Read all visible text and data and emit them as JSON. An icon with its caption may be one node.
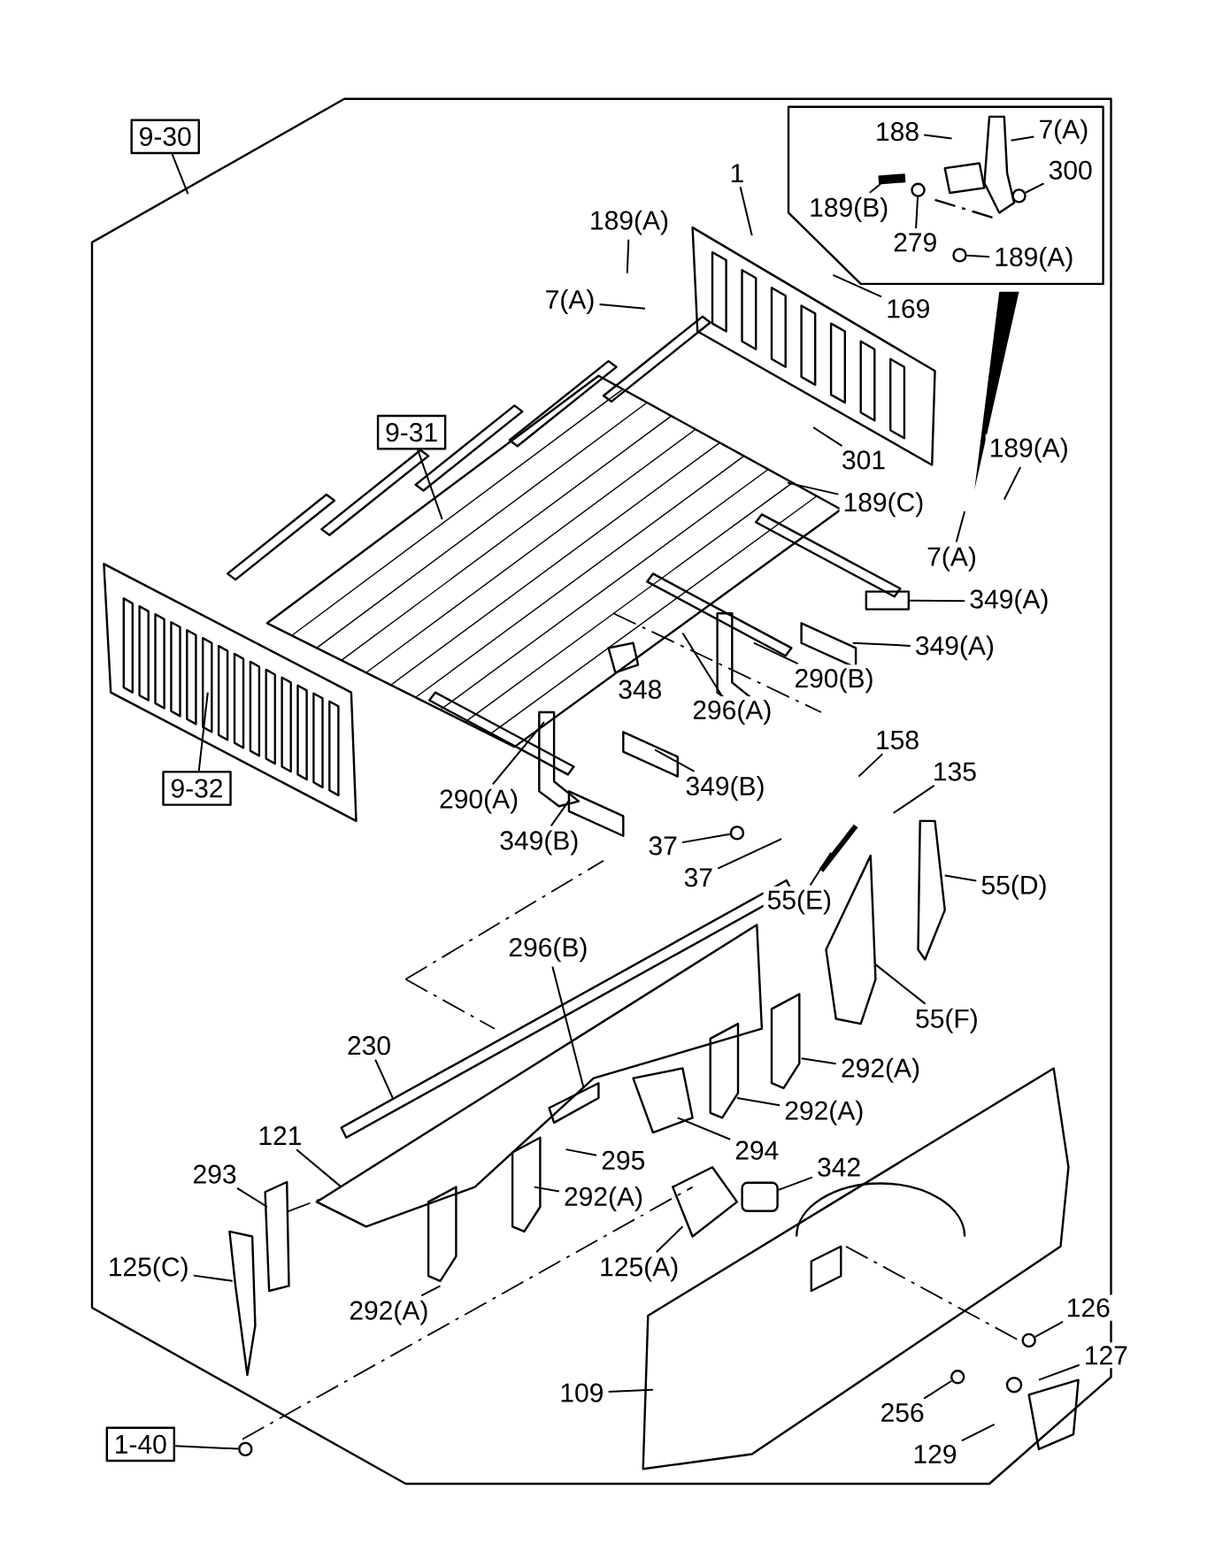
{
  "diagram": {
    "nodes": [
      {
        "text": [
          "9-30"
        ]
      },
      {
        "text": [
          "188"
        ]
      },
      {
        "text": [
          "7(A)"
        ]
      },
      {
        "text": [
          "300"
        ]
      },
      {
        "text": [
          "189(B)"
        ]
      },
      {
        "text": [
          "279"
        ]
      },
      {
        "text": [
          "189(A)"
        ]
      },
      {
        "text": [
          "189(A)"
        ]
      },
      {
        "text": [
          "1"
        ]
      },
      {
        "text": [
          "169"
        ]
      },
      {
        "text": [
          "7(A)"
        ]
      },
      {
        "text": [
          "9-31"
        ]
      },
      {
        "text": [
          "301"
        ]
      },
      {
        "text": [
          "189(A)"
        ]
      },
      {
        "text": [
          "189(C)"
        ]
      },
      {
        "text": [
          "7(A)"
        ]
      },
      {
        "text": [
          "349(A)"
        ]
      },
      {
        "text": [
          "349(A)"
        ]
      },
      {
        "text": [
          "290(B)"
        ]
      },
      {
        "text": [
          "296(A)"
        ]
      },
      {
        "text": [
          "9-32"
        ]
      },
      {
        "text": [
          "290(A)"
        ]
      },
      {
        "text": [
          "349(B)"
        ]
      },
      {
        "text": [
          "349(B)"
        ]
      },
      {
        "text": [
          "158"
        ]
      },
      {
        "text": [
          "135"
        ]
      },
      {
        "text": [
          "37"
        ]
      },
      {
        "text": [
          "37"
        ]
      },
      {
        "text": [
          "55(E)"
        ]
      },
      {
        "text": [
          "55(D)"
        ]
      },
      {
        "text": [
          "296(B)"
        ]
      },
      {
        "text": [
          "55(F)"
        ]
      },
      {
        "text": [
          "230"
        ]
      },
      {
        "text": [
          "292(A)"
        ]
      },
      {
        "text": [
          "292(A)"
        ]
      },
      {
        "text": [
          "121"
        ]
      },
      {
        "text": [
          "295"
        ]
      },
      {
        "text": [
          "294"
        ]
      },
      {
        "text": [
          "342"
        ]
      },
      {
        "text": [
          "293"
        ]
      },
      {
        "text": [
          "292(A)"
        ]
      },
      {
        "text": [
          "125(C)"
        ]
      },
      {
        "text": [
          "125(A)"
        ]
      },
      {
        "text": [
          "292(A)"
        ]
      },
      {
        "text": [
          "126"
        ]
      },
      {
        "text": [
          "127"
        ]
      },
      {
        "text": [
          "109"
        ]
      },
      {
        "text": [
          "256"
        ]
      },
      {
        "text": [
          "129"
        ]
      },
      {
        "text": [
          "1-40"
        ]
      },
      {
        "text": [],
        "shape": "circle"
      },
      {
        "text": [],
        "shape": "circle"
      },
      {
        "text": [],
        "shape": "circle"
      },
      {
        "text": [],
        "shape": "box"
      },
      {
        "text": [],
        "shape": "circle"
      },
      {
        "text": [],
        "shape": "box"
      },
      {
        "text": [],
        "shape": "circle"
      },
      {
        "text": [],
        "shape": "circle"
      },
      {
        "text": [],
        "shape": "circle"
      }
    ],
    "edges": [
      {
        "from": 0,
        "to": null,
        "arrow": "none"
      },
      {
        "from": 1,
        "to": null,
        "arrow": "none"
      },
      {
        "from": 2,
        "to": null,
        "arrow": "none"
      },
      {
        "from": 3,
        "to": 50,
        "arrow": "none"
      },
      {
        "from": 4,
        "to": null,
        "arrow": "none"
      },
      {
        "from": 5,
        "to": 51,
        "arrow": "none"
      },
      {
        "from": 6,
        "to": 52,
        "arrow": "none"
      },
      {
        "from": 7,
        "to": null,
        "arrow": "none"
      },
      {
        "from": 8,
        "to": null,
        "arrow": "none"
      },
      {
        "from": 9,
        "to": null,
        "arrow": "none"
      },
      {
        "from": 10,
        "to": null,
        "arrow": "none"
      },
      {
        "from": 11,
        "to": null,
        "arrow": "none"
      },
      {
        "from": 12,
        "to": null,
        "arrow": "none"
      },
      {
        "from": 13,
        "to": null,
        "arrow": "none"
      },
      {
        "from": 14,
        "to": null,
        "arrow": "none"
      },
      {
        "from": 15,
        "to": null,
        "arrow": "none"
      },
      {
        "from": 16,
        "to": 53,
        "arrow": "none"
      },
      {
        "from": 17,
        "to": null,
        "arrow": "none"
      },
      {
        "from": 18,
        "to": null,
        "arrow": "none"
      },
      {
        "from": 19,
        "to": null,
        "arrow": "none"
      },
      {
        "from": 20,
        "to": null,
        "arrow": "none"
      },
      {
        "from": 21,
        "to": null,
        "arrow": "none"
      },
      {
        "from": 22,
        "to": null,
        "arrow": "none"
      },
      {
        "from": 23,
        "to": null,
        "arrow": "none"
      },
      {
        "from": 24,
        "to": null,
        "arrow": "none"
      },
      {
        "from": 25,
        "to": null,
        "arrow": "none"
      },
      {
        "from": 26,
        "to": 54,
        "arrow": "none"
      },
      {
        "from": 27,
        "to": null,
        "arrow": "none"
      },
      {
        "from": 28,
        "to": null,
        "arrow": "none"
      },
      {
        "from": 29,
        "to": null,
        "arrow": "none"
      },
      {
        "from": 30,
        "to": null,
        "arrow": "none"
      },
      {
        "from": 31,
        "to": null,
        "arrow": "none"
      },
      {
        "from": 32,
        "to": null,
        "arrow": "none"
      },
      {
        "from": 33,
        "to": null,
        "arrow": "none"
      },
      {
        "from": 34,
        "to": null,
        "arrow": "none"
      },
      {
        "from": 35,
        "to": null,
        "arrow": "none"
      },
      {
        "from": 36,
        "to": null,
        "arrow": "none"
      },
      {
        "from": 37,
        "to": null,
        "arrow": "none"
      },
      {
        "from": 38,
        "to": 55,
        "arrow": "none"
      },
      {
        "from": 39,
        "to": null,
        "arrow": "none"
      },
      {
        "from": 40,
        "to": null,
        "arrow": "none"
      },
      {
        "from": 41,
        "to": null,
        "arrow": "none"
      },
      {
        "from": 42,
        "to": null,
        "arrow": "none"
      },
      {
        "from": 43,
        "to": null,
        "arrow": "none"
      },
      {
        "from": 44,
        "to": 56,
        "arrow": "none"
      },
      {
        "from": 45,
        "to": null,
        "arrow": "none"
      },
      {
        "from": 46,
        "to": null,
        "arrow": "none"
      },
      {
        "from": 47,
        "to": 57,
        "arrow": "none"
      },
      {
        "from": 48,
        "to": null,
        "arrow": "none"
      },
      {
        "from": 49,
        "to": 58,
        "arrow": "none"
      }
    ],
    "labels": [
      "348"
    ]
  }
}
